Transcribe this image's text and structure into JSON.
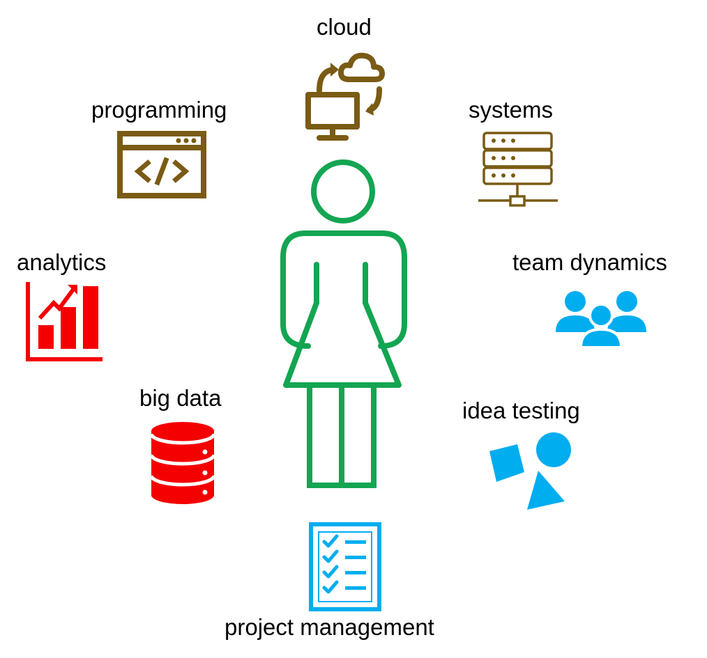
{
  "skills": {
    "cloud": "cloud",
    "programming": "programming",
    "systems": "systems",
    "analytics": "analytics",
    "team_dynamics": "team dynamics",
    "big_data": "big data",
    "idea_testing": "idea testing",
    "project_management": "project management"
  },
  "icons": {
    "cloud": "cloud-computer-sync-icon",
    "programming": "code-window-icon",
    "systems": "server-rack-icon",
    "analytics": "bar-chart-growth-icon",
    "team_dynamics": "people-group-icon",
    "big_data": "database-icon",
    "idea_testing": "shapes-icon",
    "project_management": "checklist-icon",
    "center": "woman-figure-icon"
  },
  "colors": {
    "brown": "#7A5B14",
    "green": "#13A552",
    "red": "#F40000",
    "blue": "#00ADEF"
  }
}
